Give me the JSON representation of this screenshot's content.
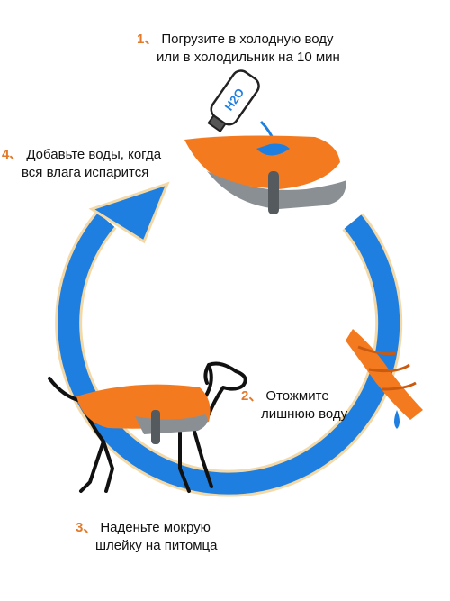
{
  "steps": [
    {
      "number": "1、",
      "lines": [
        "Погрузите в холодную воду",
        "или в холодильник на 10 мин"
      ]
    },
    {
      "number": "2、",
      "lines": [
        "Отожмите",
        "лишнюю воду"
      ]
    },
    {
      "number": "3、",
      "lines": [
        "Наденьте мокрую",
        "шлейку на питомца"
      ]
    },
    {
      "number": "4、",
      "lines": [
        "Добавьте воды, когда",
        "вся влага испарится"
      ]
    }
  ],
  "bottle_label": "H2O",
  "colors": {
    "cycle_arrow": "#1f7fe0",
    "cycle_outline": "#f3d9a8",
    "vest": "#f47a20",
    "vest_lining": "#8a8f94",
    "strap": "#555a5f",
    "water": "#1f7fe0",
    "step_number": "#e27a2a"
  },
  "icons": [
    "water-bottle-icon",
    "cooling-vest-icon",
    "wrung-vest-icon",
    "water-drop-icon",
    "dog-with-vest-icon"
  ]
}
